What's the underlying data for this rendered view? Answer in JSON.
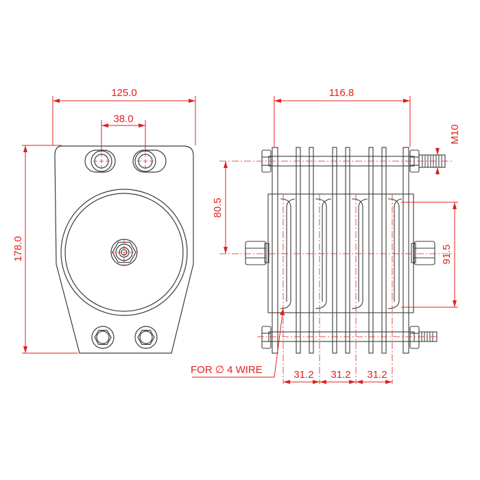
{
  "colors": {
    "outline": "#3a3a3a",
    "dimension": "#e0201c",
    "background": "#ffffff"
  },
  "dimensions": {
    "front_width": "125.0",
    "hole_spacing": "38.0",
    "front_height": "178.0",
    "side_width": "116.8",
    "thread": "M10",
    "upper_rod_to_groove": "80.5",
    "groove_span": "91.5",
    "wire_note": "FOR ∅ 4 WIRE",
    "pitch_1": "31.2",
    "pitch_2": "31.2",
    "pitch_3": "31.2"
  }
}
